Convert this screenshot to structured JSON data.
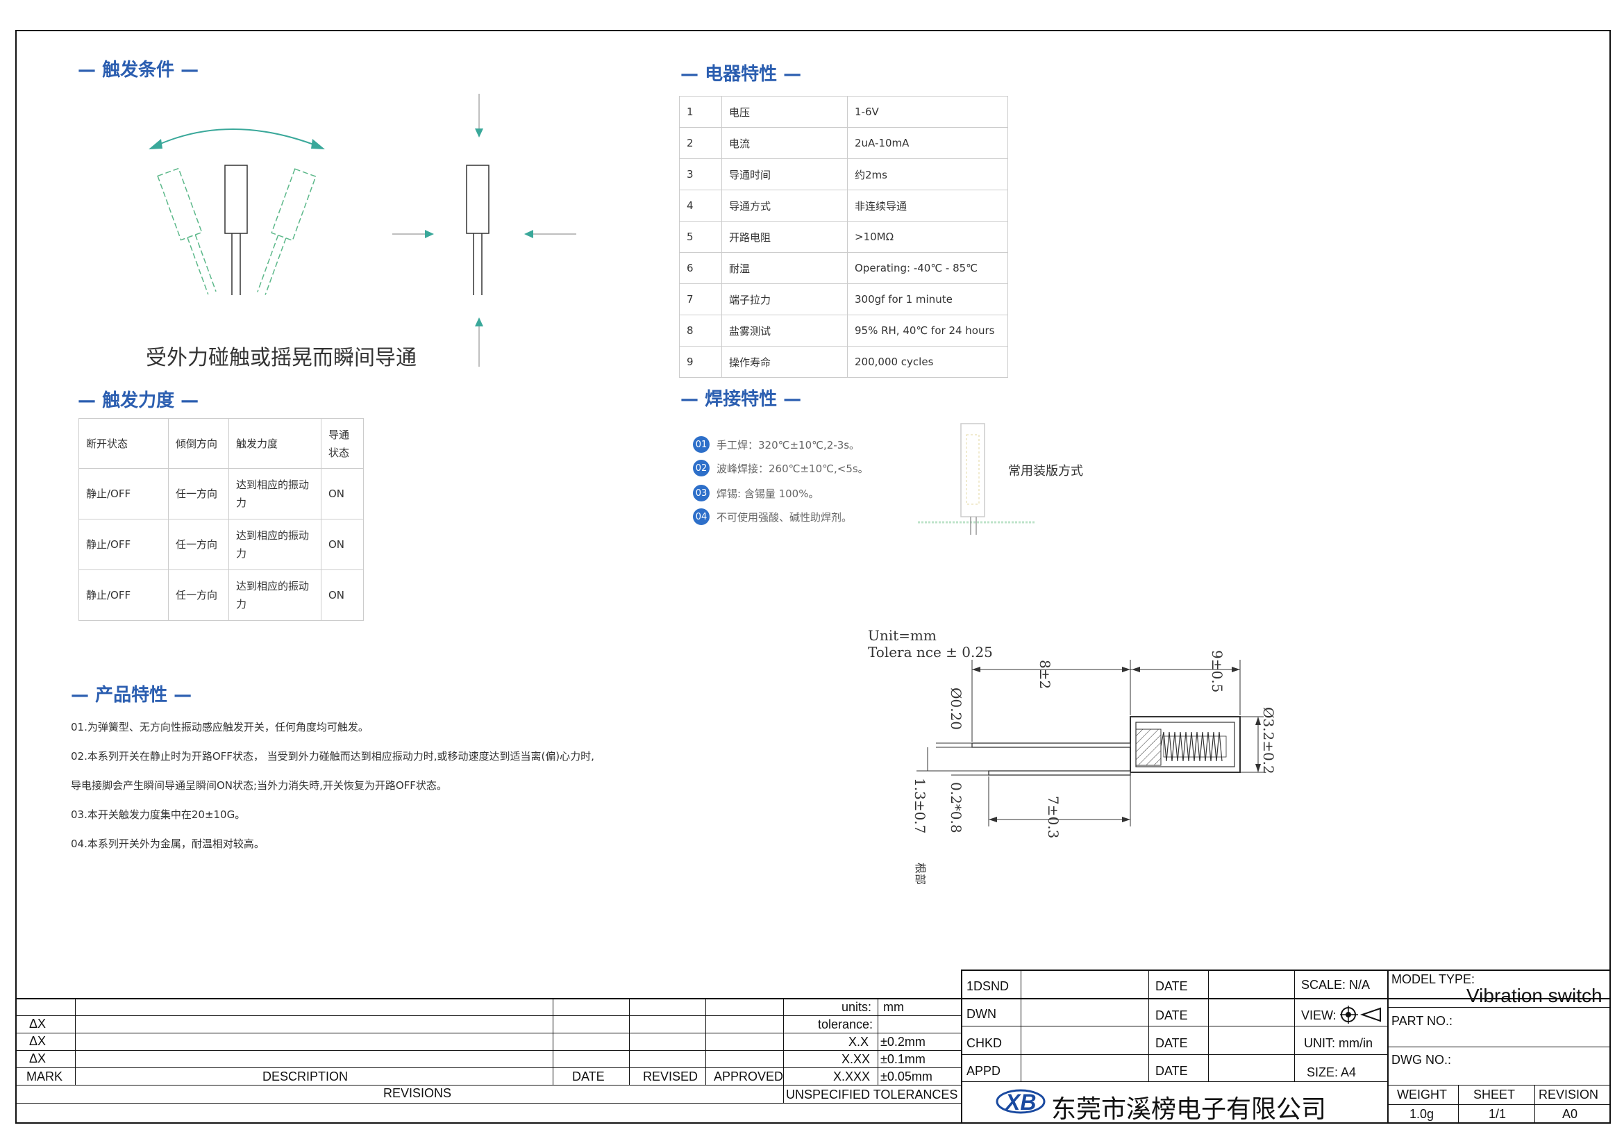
{
  "trigger_conditions": {
    "title": "触发条件",
    "caption": "受外力碰触或摇晃而瞬间导通"
  },
  "electrical": {
    "title": "电器特性",
    "rows": [
      {
        "no": "1",
        "name": "电压",
        "value": "1-6V"
      },
      {
        "no": "2",
        "name": "电流",
        "value": "2uA-10mA"
      },
      {
        "no": "3",
        "name": "导通时间",
        "value": "约2ms"
      },
      {
        "no": "4",
        "name": "导通方式",
        "value": "非连续导通"
      },
      {
        "no": "5",
        "name": "开路电阻",
        "value": ">10MΩ"
      },
      {
        "no": "6",
        "name": "耐温",
        "value": "Operating: -40℃ - 85℃"
      },
      {
        "no": "7",
        "name": "端子拉力",
        "value": "300gf for 1 minute"
      },
      {
        "no": "8",
        "name": "盐雾测试",
        "value": "95% RH, 40℃ for 24 hours"
      },
      {
        "no": "9",
        "name": "操作寿命",
        "value": "200,000 cycles"
      }
    ]
  },
  "trigger_force": {
    "title": "触发力度",
    "headers": [
      "断开状态",
      "倾倒方向",
      "触发力度",
      "导通状态"
    ],
    "rows": [
      [
        "静止/OFF",
        "任一方向",
        "达到相应的振动力",
        "ON"
      ],
      [
        "静止/OFF",
        "任一方向",
        "达到相应的振动力",
        "ON"
      ],
      [
        "静止/OFF",
        "任一方向",
        "达到相应的振动力",
        "ON"
      ]
    ]
  },
  "welding": {
    "title": "焊接特性",
    "items": [
      {
        "badge": "01",
        "text": "手工焊：320℃±10℃,2-3s。"
      },
      {
        "badge": "02",
        "text": "波峰焊接：260℃±10℃,<5s。"
      },
      {
        "badge": "03",
        "text": "焊锡: 含锡量 100%。"
      },
      {
        "badge": "04",
        "text": "不可使用强酸、碱性助焊剂。"
      }
    ],
    "mount_note": "常用装版方式"
  },
  "product_features": {
    "title": "产品特性",
    "lines": [
      "01.为弹簧型、无方向性振动感应触发开关，任何角度均可触发。",
      "02.本系列开关在静止时为开路OFF状态， 当受到外力碰触而达到相应振动力时,或移动速度达到适当离(偏)心力时,",
      "导电接脚会产生瞬间导通呈瞬间ON状态;当外力消失時,开关恢复为开路OFF状态。",
      "03.本开关触发力度集中在20±10G。",
      "04.本系列开关外为金属，耐温相对较高。"
    ]
  },
  "dimensions": {
    "unit": "Unit=mm",
    "tolerance": "Tolera nce ± 0.25",
    "d_8": "8±2",
    "d_9": "9±0.5",
    "d_phi02": "Ø0.20",
    "d_phi32": "Ø3.2±0.2",
    "d_7": "7±0.3",
    "d_13": "1.3±0.7",
    "d_02x08": "0.2*0.8",
    "d_root": "根部"
  },
  "title_block": {
    "revisions": {
      "delta_rows": [
        "ΔX",
        "ΔX",
        "ΔX"
      ],
      "mark": "MARK",
      "description": "DESCRIPTION",
      "date": "DATE",
      "revised": "REVISED",
      "approved": "APPROVED",
      "footer": "REVISIONS"
    },
    "tolerances": {
      "units_label": "units:",
      "units_value": "mm",
      "tolerance_label": "tolerance:",
      "rows": [
        {
          "k": "X.X",
          "v": "±0.2mm"
        },
        {
          "k": "X.XX",
          "v": "±0.1mm"
        },
        {
          "k": "X.XXX",
          "v": "±0.05mm"
        }
      ],
      "footer": "UNSPECIFIED TOLERANCES"
    },
    "sign": {
      "rows": [
        {
          "role": "1DSND",
          "date": "DATE"
        },
        {
          "role": "DWN",
          "date": "DATE"
        },
        {
          "role": "CHKD",
          "date": "DATE"
        },
        {
          "role": "APPD",
          "date": "DATE"
        }
      ]
    },
    "scale": "SCALE: N/A",
    "view": "VIEW:",
    "unit": "UNIT: mm/in",
    "size": "SIZE: A4",
    "model_type_label": "MODEL TYPE:",
    "model_type": "Vibration switch",
    "part_no": "PART NO.:",
    "dwg_no": "DWG NO.:",
    "weight_label": "WEIGHT",
    "weight": "1.0g",
    "sheet_label": "SHEET",
    "sheet": "1/1",
    "revision_label": "REVISION",
    "revision": "A0",
    "company": "东莞市溪榜电子有限公司",
    "logo_text": "XB"
  }
}
